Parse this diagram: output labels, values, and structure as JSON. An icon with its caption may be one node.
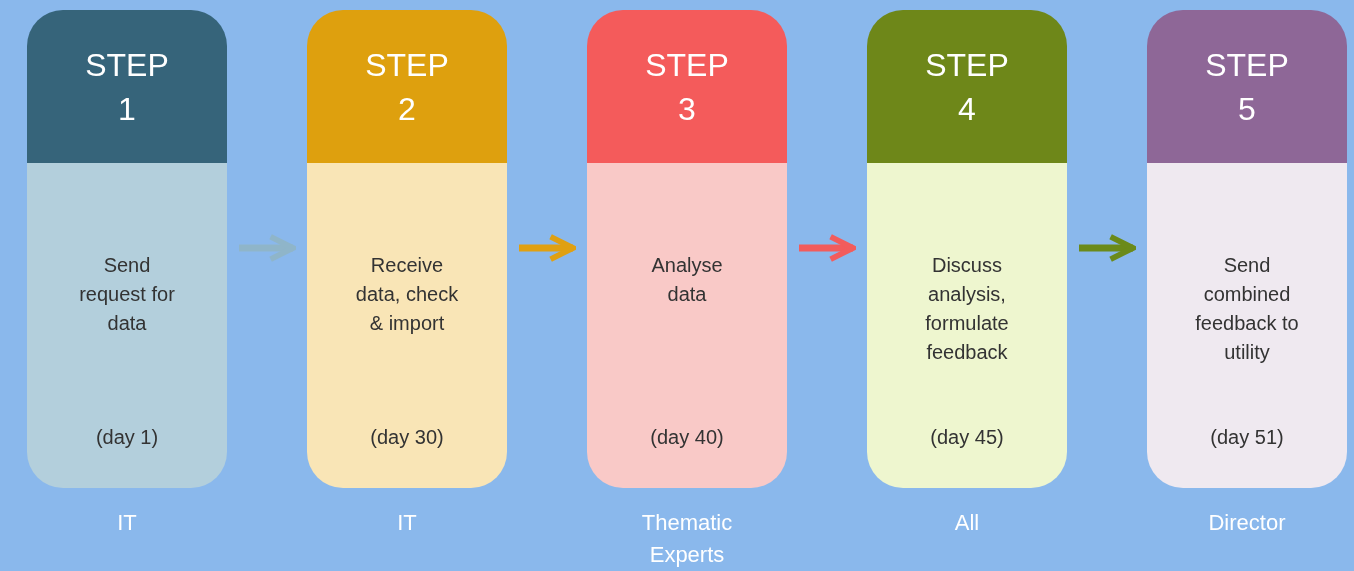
{
  "diagram": {
    "nodes": [
      {
        "text": [
          "STEP 1",
          "Send request for data",
          "(day 1)"
        ],
        "beside": [
          "IT"
        ]
      },
      {
        "text": [
          "STEP 2",
          "Receive data, check & import",
          "(day 30)"
        ],
        "beside": [
          "IT"
        ]
      },
      {
        "text": [
          "STEP 3",
          "Analyse data",
          "(day 40)"
        ],
        "beside": [
          "Thematic Experts"
        ]
      },
      {
        "text": [
          "STEP 4",
          "Discuss analysis, formulate feedback",
          "(day 45)"
        ],
        "beside": [
          "All"
        ]
      },
      {
        "text": [
          "STEP 5",
          "Send combined feedback to utility",
          "(day 51)"
        ],
        "beside": [
          "Director"
        ]
      }
    ],
    "edges": [
      {
        "from": 0,
        "to": 1,
        "arrow": "to",
        "color": "#8fb5c9"
      },
      {
        "from": 1,
        "to": 2,
        "arrow": "to",
        "color": "#e0a012"
      },
      {
        "from": 2,
        "to": 3,
        "arrow": "to",
        "color": "#f25c5c"
      },
      {
        "from": 3,
        "to": 4,
        "arrow": "to",
        "color": "#6b8a1a"
      }
    ]
  }
}
